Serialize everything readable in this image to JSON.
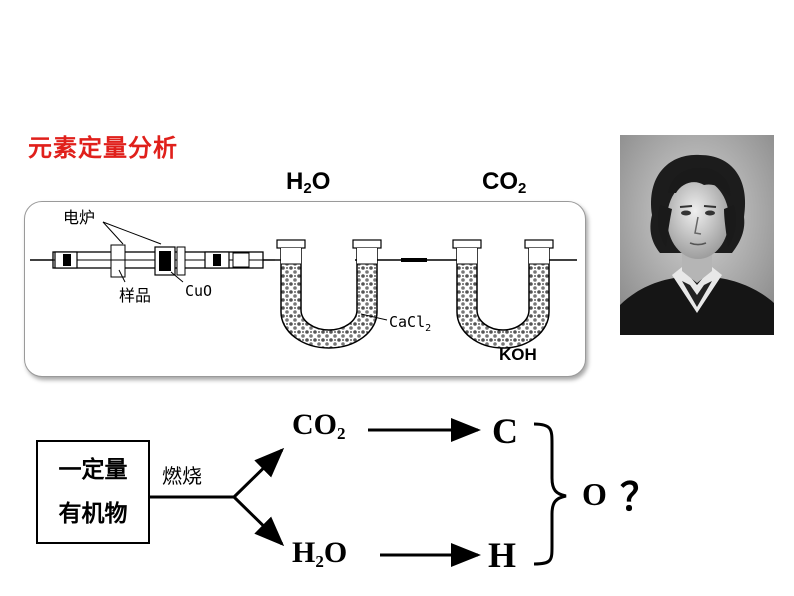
{
  "title": "元素定量分析",
  "apparatus": {
    "h2o_label": "H",
    "h2o_sub": "2",
    "h2o_tail": "O",
    "co2_label": "CO",
    "co2_sub": "2",
    "furnace": "电炉",
    "sample": "样品",
    "cuo": "CuO",
    "cacl2": "CaCl",
    "cacl2_sub": "2",
    "koh": "KOH"
  },
  "scheme": {
    "box_line1": "一定量",
    "box_line2": "有机物",
    "burn": "燃烧",
    "co2": "CO",
    "co2_sub": "2",
    "h2o_h": "H",
    "h2o_sub": "2",
    "h2o_o": "O",
    "c": "C",
    "h": "H",
    "o": "O",
    "question": "？"
  }
}
